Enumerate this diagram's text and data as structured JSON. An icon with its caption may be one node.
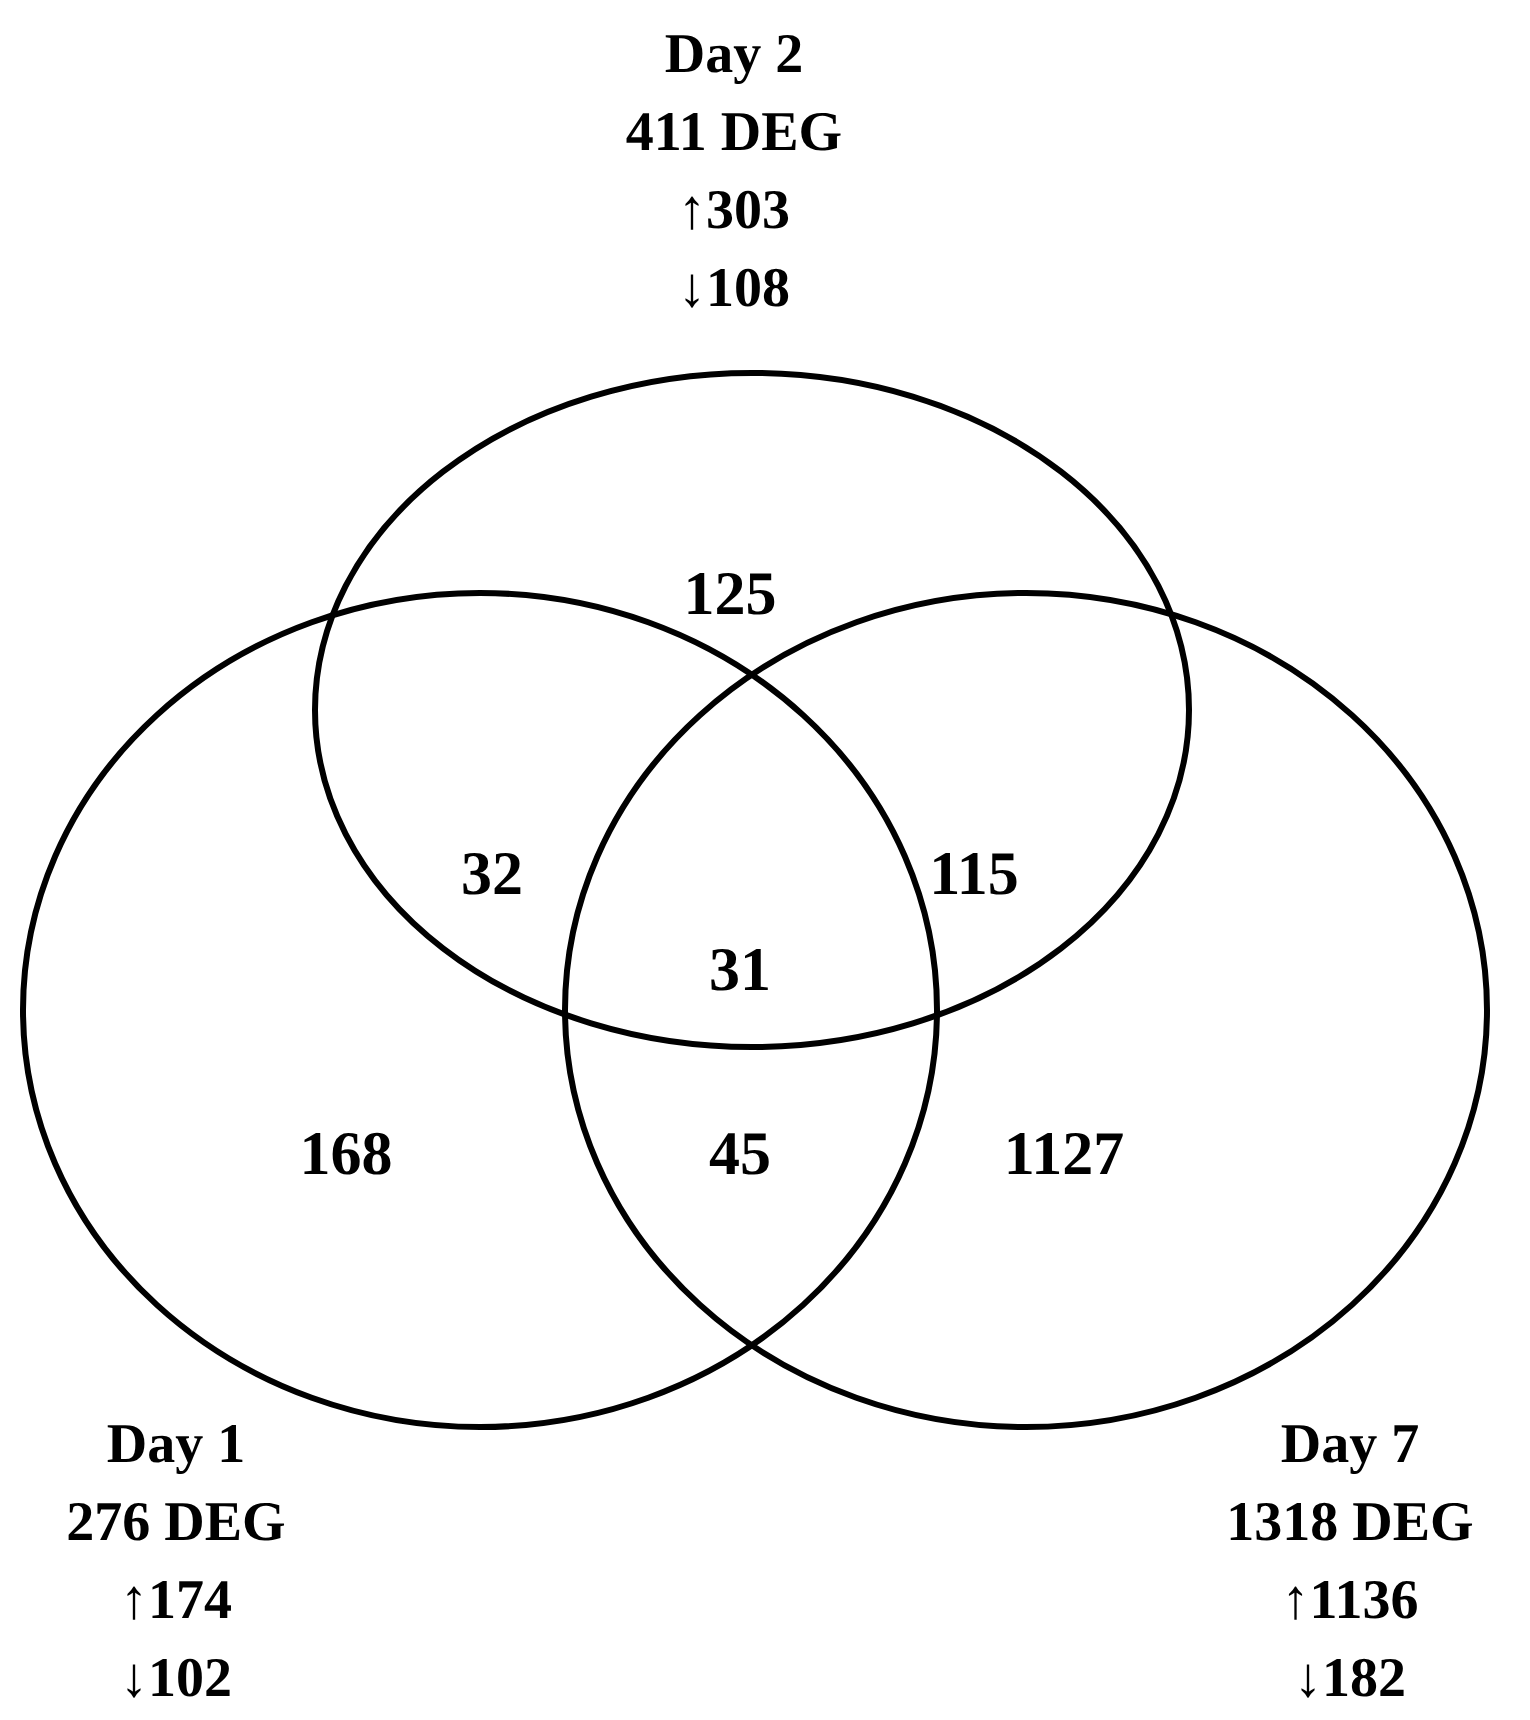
{
  "diagram": {
    "nodes": [
      {
        "text": [
          "Day 2",
          "411 DEG",
          "↑303",
          "↓108"
        ]
      },
      {
        "text": [
          "Day 1",
          "276 DEG",
          "↑174",
          "↓102"
        ]
      },
      {
        "text": [
          "Day 7",
          "1318 DEG",
          "↑1136",
          "↓182"
        ]
      }
    ],
    "labels": [
      "125",
      "32",
      "115",
      "31",
      "168",
      "45",
      "1127"
    ]
  }
}
